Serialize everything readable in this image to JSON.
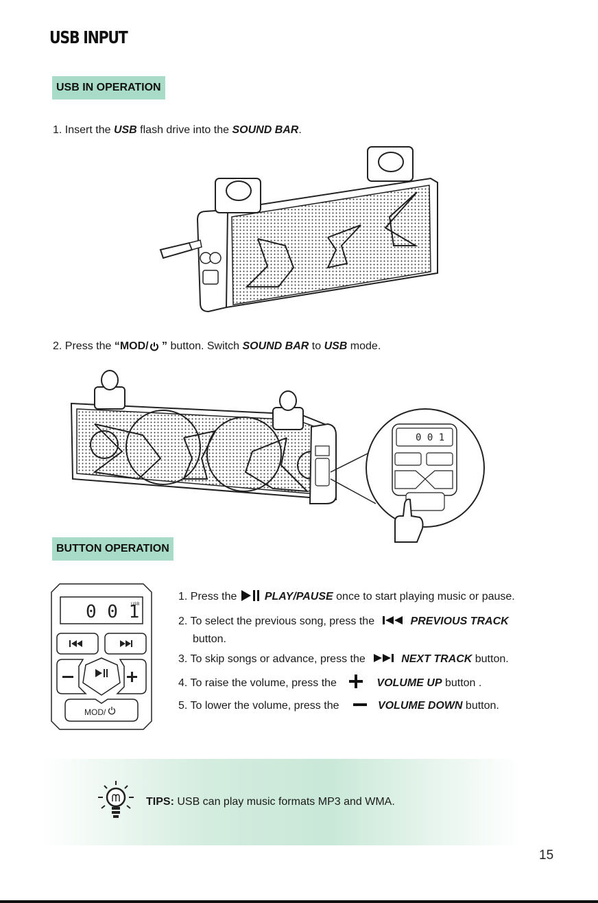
{
  "page": {
    "title": "USB INPUT",
    "page_number": "15"
  },
  "usb_operation": {
    "label": "USB IN OPERATION",
    "step1": {
      "prefix": "1. Insert the ",
      "usb": "USB",
      "mid": " flash drive into the ",
      "sound_bar": "SOUND BAR",
      "suffix": "."
    },
    "step2": {
      "prefix": "2. Press the ",
      "button_open": "“MOD/",
      "button_close": " ”",
      "mid1": " button. Switch ",
      "sound_bar": "SOUND BAR",
      "mid2": " to ",
      "usb": "USB",
      "suffix": " mode."
    }
  },
  "panel": {
    "display": "0 0 1",
    "usb_tag": "USB",
    "mod_label": "MOD/"
  },
  "button_operation": {
    "label": "BUTTON OPERATION",
    "items": [
      {
        "prefix": "1. Press the ",
        "name": "PLAY/PAUSE",
        "suffix": " once to start playing music or pause."
      },
      {
        "prefix": "2. To select the previous song, press the ",
        "name": "PREVIOUS TRACK",
        "suffix": "button."
      },
      {
        "prefix": "3. To skip songs or advance, press the ",
        "name": "NEXT TRACK",
        "suffix": " button."
      },
      {
        "prefix": "4. To raise the volume, press the ",
        "name": "VOLUME UP",
        "suffix": " button ."
      },
      {
        "prefix": "5. To lower the volume, press the ",
        "name": "VOLUME DOWN",
        "suffix": " button."
      }
    ]
  },
  "tips": {
    "label": "TIPS:",
    "text": " USB can play music formats MP3 and WMA."
  },
  "icons": {
    "power": "power-icon",
    "play_pause": "play-pause-icon",
    "previous": "previous-track-icon",
    "next": "next-track-icon",
    "plus": "plus-icon",
    "minus": "minus-icon",
    "bulb": "lightbulb-icon"
  },
  "colors": {
    "section_label_bg": "#a8dcc8",
    "tips_band": "#c9e8d8"
  }
}
